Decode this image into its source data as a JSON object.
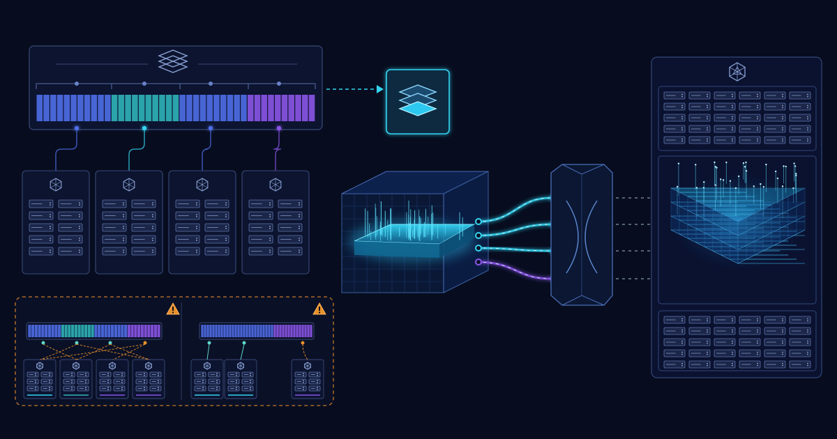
{
  "colors": {
    "background": "#070d1f",
    "panel_stroke": "#3a4a78",
    "panel_fill": "#0c1430",
    "cyan": "#34d4f0",
    "teal": "#2fb3b8",
    "blue": "#4f6ee8",
    "violet": "#8b55e8",
    "warning_orange": "#e8902a",
    "warning_dash": "#c7782a"
  },
  "icons": {
    "layers": "layers-stack-icon",
    "node": "geodesic-node-icon",
    "warning": "warning-triangle-icon",
    "server": "server-slot-icon"
  },
  "diagram": {
    "source_segments": [
      {
        "color": "blue",
        "slots": 11
      },
      {
        "color": "teal",
        "slots": 10
      },
      {
        "color": "blue",
        "slots": 10
      },
      {
        "color": "violet",
        "slots": 10
      }
    ],
    "shard_count": 4,
    "shard_accents": [
      "blue",
      "cyan",
      "blue",
      "violet"
    ],
    "failure_scenarios": [
      {
        "name": "cross-shard-fanout",
        "warning": true,
        "nodes": 4
      },
      {
        "name": "node-offload",
        "warning": true,
        "nodes": 3
      }
    ],
    "router_channels": 4,
    "cluster_racks": [
      "top-rack",
      "bottom-rack"
    ]
  }
}
